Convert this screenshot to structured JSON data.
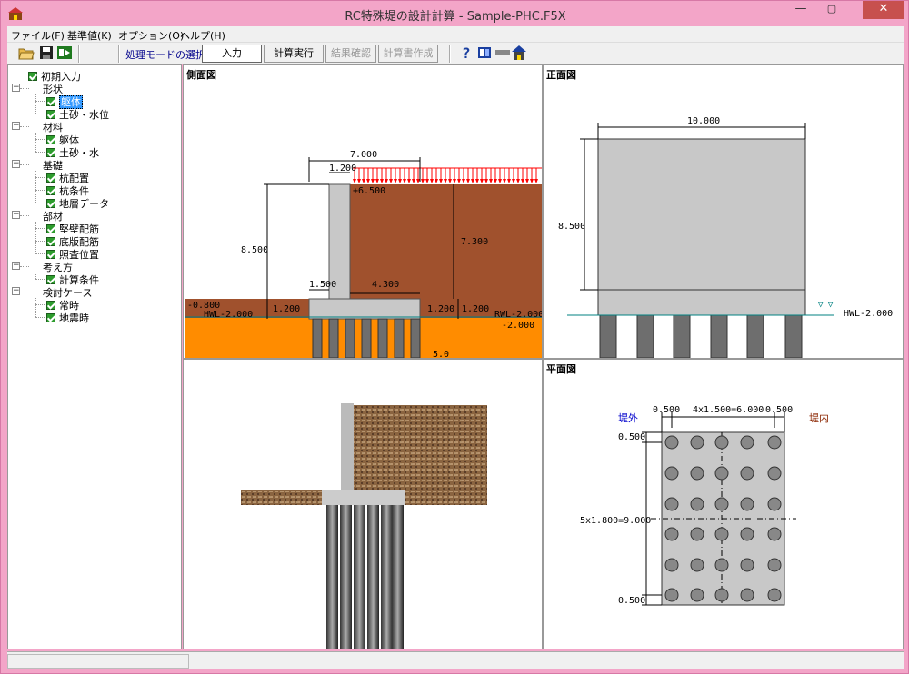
{
  "window": {
    "title": "RC特殊堤の設計計算 - Sample-PHC.F5X",
    "min_label": "—",
    "max_label": "▢",
    "close_label": "✕"
  },
  "menu": {
    "items": [
      "ファイル(F)",
      "基準値(K)",
      "オプション(O)",
      "ヘルプ(H)"
    ]
  },
  "toolbar": {
    "mode_label": "処理モードの選択",
    "modes": [
      {
        "label": "入力",
        "state": "active"
      },
      {
        "label": "計算実行",
        "state": "enabled"
      },
      {
        "label": "結果確認",
        "state": "disabled"
      },
      {
        "label": "計算書作成",
        "state": "disabled"
      }
    ],
    "icons": [
      "open-folder-icon",
      "save-icon",
      "export-icon",
      "help-icon",
      "book-icon",
      "gray-bar-icon",
      "house-icon"
    ]
  },
  "tree": {
    "root": "初期入力",
    "groups": [
      {
        "label": "形状",
        "items": [
          "躯体",
          "土砂・水位"
        ]
      },
      {
        "label": "材料",
        "items": [
          "躯体",
          "土砂・水"
        ]
      },
      {
        "label": "基礎",
        "items": [
          "杭配置",
          "杭条件",
          "地層データ"
        ]
      },
      {
        "label": "部材",
        "items": [
          "堅壁配筋",
          "底版配筋",
          "照査位置"
        ]
      },
      {
        "label": "考え方",
        "items": [
          "計算条件"
        ]
      },
      {
        "label": "検討ケース",
        "items": [
          "常時",
          "地震時"
        ]
      }
    ],
    "selected": "躯体"
  },
  "panes": {
    "side_title": "側面図",
    "front_title": "正面図",
    "plan_title": "平面図"
  },
  "side_view": {
    "dim_total": "7.000",
    "dim_wall": "1.200",
    "dim_height": "8.500",
    "dim_soil_h": "7.300",
    "dim_top_level": "+6.500",
    "dim_toe": "1.500",
    "dim_heel": "4.300",
    "dim_slab_l": "1.200",
    "dim_slab_r1": "1.200",
    "dim_slab_r2": "1.200",
    "level_left": "-0.800",
    "hwl_left": "HWL-2.000",
    "hwl_right": "RWL-2.000",
    "level_right": "-2.000",
    "pile_label": "5.0"
  },
  "front_view": {
    "dim_width": "10.000",
    "dim_height": "8.500",
    "hwl": "HWL-2.000"
  },
  "plan_view": {
    "dim_edge_l": "0.500",
    "dim_span_x": "4x1.500=6.000",
    "dim_edge_r": "0.500",
    "dim_top": "0.500",
    "dim_span_y": "5x1.800=9.000",
    "dim_bottom": "0.500",
    "label_outer": "堤外",
    "label_inner": "堤内"
  },
  "colors": {
    "soil": "#a0512d",
    "ground": "#ff8c00",
    "concrete": "#c8c8c8",
    "load_arrows": "#ff0000",
    "water": "#008080",
    "pile": "#6e6e6e",
    "titlebar": "#f3a5c8"
  }
}
